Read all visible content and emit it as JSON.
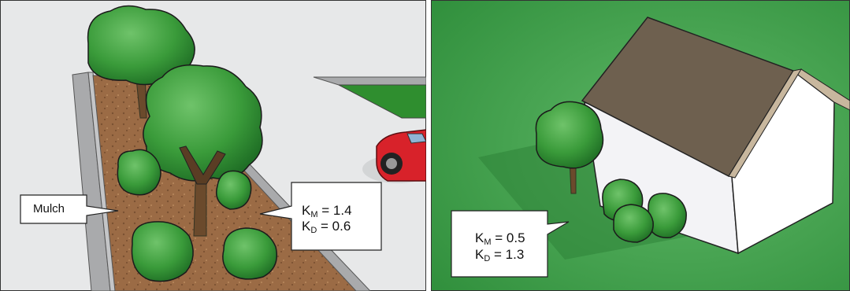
{
  "left_panel": {
    "mulch_label": "Mulch",
    "km": {
      "symbol": "K",
      "subscript": "M",
      "value": "1.4"
    },
    "kd": {
      "symbol": "K",
      "subscript": "D",
      "value": "0.6"
    }
  },
  "right_panel": {
    "km": {
      "symbol": "K",
      "subscript": "M",
      "value": "0.5"
    },
    "kd": {
      "symbol": "K",
      "subscript": "D",
      "value": "1.3"
    }
  },
  "colors": {
    "pavement": "#e7e8e9",
    "curb": "#a9aaac",
    "mulch": "#9b6b45",
    "tree_green": "#3a9b3a",
    "lawn": "#49a64f",
    "roof": "#6e604f",
    "wall": "#f3f3f6",
    "car_red": "#d8222a"
  }
}
